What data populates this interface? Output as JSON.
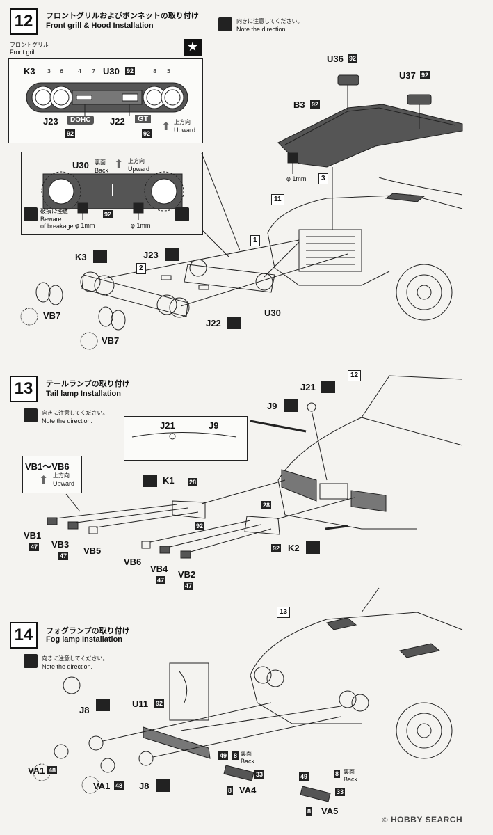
{
  "watermark": {
    "brand": "HOBBY SEARCH",
    "copyright": "©"
  },
  "step12": {
    "number": "12",
    "title_jp": "フロントグリルおよびボンネットの取り付け",
    "title_en": "Front grill & Hood Installation",
    "note_jp": "向きに注意してください。",
    "note_en": "Note the direction.",
    "inset_title_jp": "フロントグリル",
    "inset_title_en": "Front grill",
    "inset_labels": {
      "k3": "K3",
      "u30": "U30",
      "n3": "3",
      "n6": "6",
      "n4": "4",
      "n7": "7",
      "n8": "8",
      "n5": "5",
      "j23": "J23",
      "j22": "J22",
      "c92a": "92",
      "c92b": "92",
      "c92c": "92",
      "dohc": "DOHC",
      "gt": "GT",
      "up_jp": "上方向",
      "up_en": "Upward"
    },
    "inset2_labels": {
      "u30": "U30",
      "back_jp": "裏面",
      "back_en": "Back",
      "up_jp": "上方向",
      "up_en": "Upward",
      "c92": "92",
      "warn_jp": "破損に注意",
      "warn_en1": "Beware",
      "warn_en2": "of breakage",
      "phi1": "φ 1mm",
      "phi2": "φ 1mm"
    },
    "hood_labels": {
      "u36": "U36",
      "u37": "U37",
      "b3": "B3",
      "c92a": "92",
      "c92b": "92",
      "c92c": "92",
      "phi": "φ 1mm",
      "s3": "3",
      "s11": "11",
      "s1": "1",
      "s2": "2"
    },
    "parts_labels": {
      "k3": "K3",
      "j23": "J23",
      "vb7a": "VB7",
      "vb7b": "VB7",
      "j22": "J22",
      "u30": "U30"
    }
  },
  "step13": {
    "number": "13",
    "title_jp": "テールランプの取り付け",
    "title_en": "Tail lamp Installation",
    "note_jp": "向きに注意してください。",
    "note_en": "Note the direction.",
    "inset_labels": {
      "j21": "J21",
      "j9": "J9"
    },
    "vb_inset": {
      "title": "VB1～VB6",
      "up_jp": "上方向",
      "up_en": "Upward"
    },
    "labels": {
      "j21": "J21",
      "j9": "J9",
      "s12": "12",
      "k1": "K1",
      "k2": "K2",
      "c28a": "28",
      "c28b": "28",
      "c92a": "92",
      "c92b": "92",
      "vb1": "VB1",
      "vb3": "VB3",
      "vb5": "VB5",
      "vb6": "VB6",
      "vb4": "VB4",
      "vb2": "VB2",
      "c47a": "47",
      "c47b": "47",
      "c47c": "47",
      "c47d": "47"
    }
  },
  "step14": {
    "number": "14",
    "title_jp": "フォグランプの取り付け",
    "title_en": "Fog lamp Installation",
    "note_jp": "向きに注意してください。",
    "note_en": "Note the direction.",
    "labels": {
      "s13": "13",
      "j8a": "J8",
      "j8b": "J8",
      "u11": "U11",
      "c92": "92",
      "va1a": "VA1",
      "va1b": "VA1",
      "c48a": "48",
      "c48b": "48",
      "va4": "VA4",
      "va5": "VA5",
      "c49a": "49",
      "c49b": "49",
      "c8a": "8",
      "c8b": "8",
      "c8c": "8",
      "c8d": "8",
      "c33a": "33",
      "c33b": "33",
      "back_jp_a": "裏面",
      "back_en_a": "Back",
      "back_jp_b": "裏面",
      "back_en_b": "Back"
    }
  }
}
